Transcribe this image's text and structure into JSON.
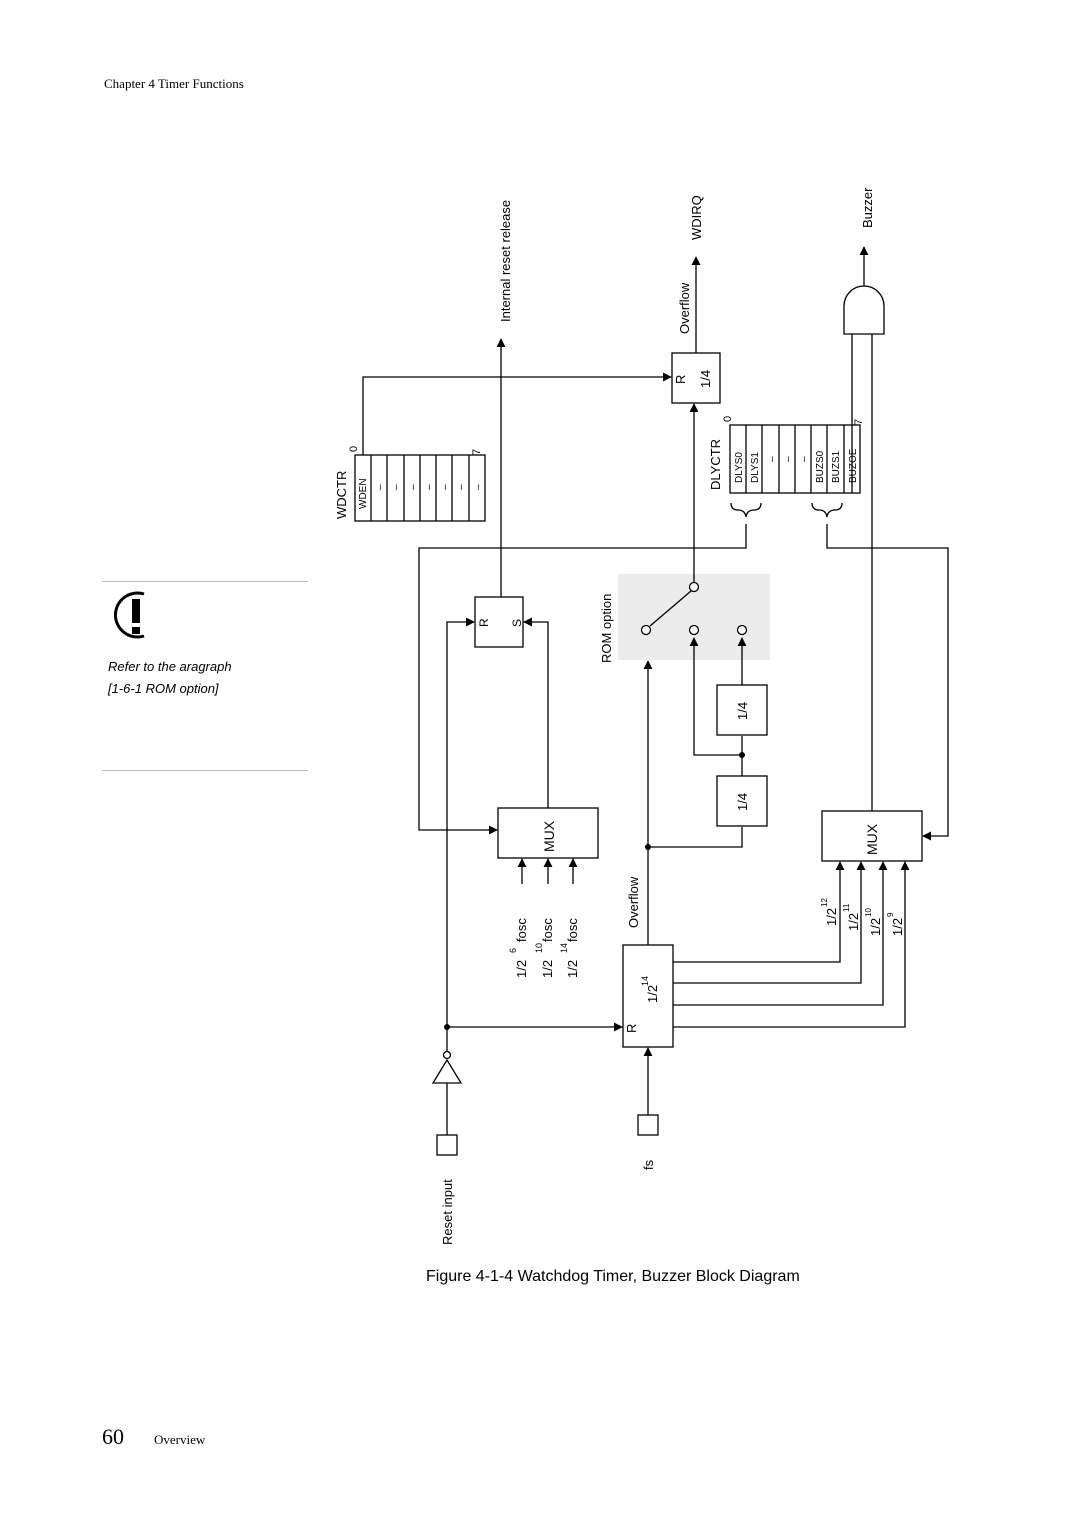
{
  "header": {
    "chapter": "Chapter 4  Timer Functions"
  },
  "note": {
    "line1": "Refer to the aragraph",
    "line2": "[1-6-1 ROM option]"
  },
  "caption": "Figure 4-1-4  Watchdog Timer, Buzzer Block Diagram",
  "footer": {
    "page_number": "60",
    "section": "Overview"
  },
  "diagram": {
    "internal_reset": "Internal reset release",
    "overflow": "Overflow",
    "wdirq": "WDIRQ",
    "buzzer": "Buzzer",
    "wdctr": {
      "title": "WDCTR",
      "bit0": "0",
      "bit7": "7",
      "bits": [
        "WDEN",
        "–",
        "–",
        "–",
        "–",
        "–",
        "–",
        "–"
      ]
    },
    "dlyctr": {
      "title": "DLYCTR",
      "bit0": "0",
      "bit7": "7",
      "bits": [
        "DLYS0",
        "DLYS1",
        "–",
        "–",
        "–",
        "BUZS0",
        "BUZS1",
        "BUZOE"
      ]
    },
    "div4": "1/4",
    "rs_r": "R",
    "rs_s": "S",
    "rom_option": "ROM option",
    "mux": "MUX",
    "fosc": [
      "1/2",
      "1/2",
      "1/2"
    ],
    "fosc_exp": [
      "6",
      "10",
      "14"
    ],
    "fosc_word": "fosc",
    "counter": {
      "r": "R",
      "base": "1/2",
      "exp": "14"
    },
    "taps": [
      {
        "base": "1/2",
        "exp": "12"
      },
      {
        "base": "1/2",
        "exp": "11"
      },
      {
        "base": "1/2",
        "exp": "10"
      },
      {
        "base": "1/2",
        "exp": "9"
      }
    ],
    "reset_input": "Reset input",
    "fs": "fs",
    "r": "R"
  }
}
